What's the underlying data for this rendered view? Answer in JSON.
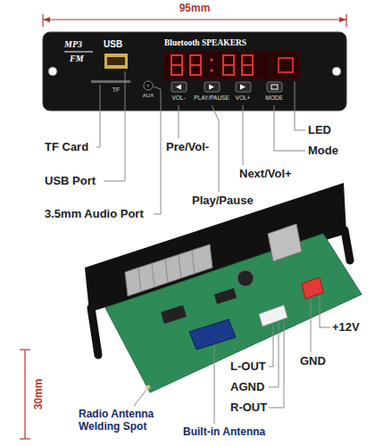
{
  "diagram": {
    "labels": [
      "95mm",
      "MP3",
      "FM",
      "USB",
      "TF",
      "AUX",
      "Bluetooth SPEAKERS",
      "VOL-",
      "PLAY/PAUSE",
      "VOL+",
      "MODE",
      "TF Card",
      "Pre/Vol-",
      "LED",
      "Mode",
      "USB Port",
      "Next/Vol+",
      "Play/Pause",
      "3.5mm Audio Port",
      "+12V",
      "GND",
      "L-OUT",
      "AGND",
      "R-OUT",
      "30mm",
      "Radio Antenna Welding Spot",
      "Built-in Antenna"
    ]
  }
}
